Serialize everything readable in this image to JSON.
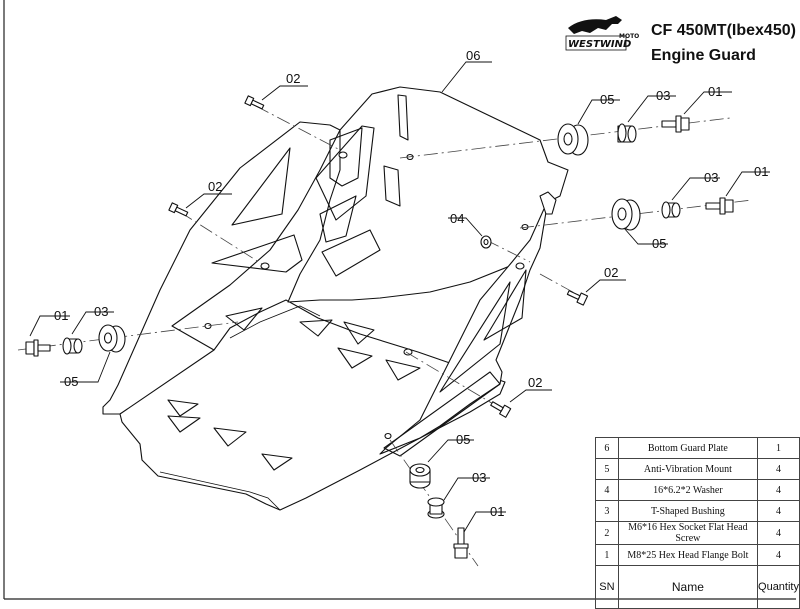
{
  "header": {
    "brand": "WESTWIND",
    "brand_sub": "MOTO",
    "model": "CF 450MT(Ibex450)",
    "title": "Engine Guard"
  },
  "callouts": {
    "c06": "06",
    "c02": "02",
    "c05": "05",
    "c03": "03",
    "c01": "01",
    "c04": "04"
  },
  "bom": {
    "headers": {
      "sn": "SN",
      "name": "Name",
      "qty": "Quantity"
    },
    "rows": [
      {
        "sn": "6",
        "name": "Bottom Guard Plate",
        "qty": "1"
      },
      {
        "sn": "5",
        "name": "Anti-Vibration Mount",
        "qty": "4"
      },
      {
        "sn": "4",
        "name": "16*6.2*2 Washer",
        "qty": "4"
      },
      {
        "sn": "3",
        "name": "T-Shaped Bushing",
        "qty": "4"
      },
      {
        "sn": "2",
        "name": "M6*16 Hex Socket Flat Head Screw",
        "qty": "4"
      },
      {
        "sn": "1",
        "name": "M8*25 Hex Head Flange Bolt",
        "qty": "4"
      }
    ]
  }
}
